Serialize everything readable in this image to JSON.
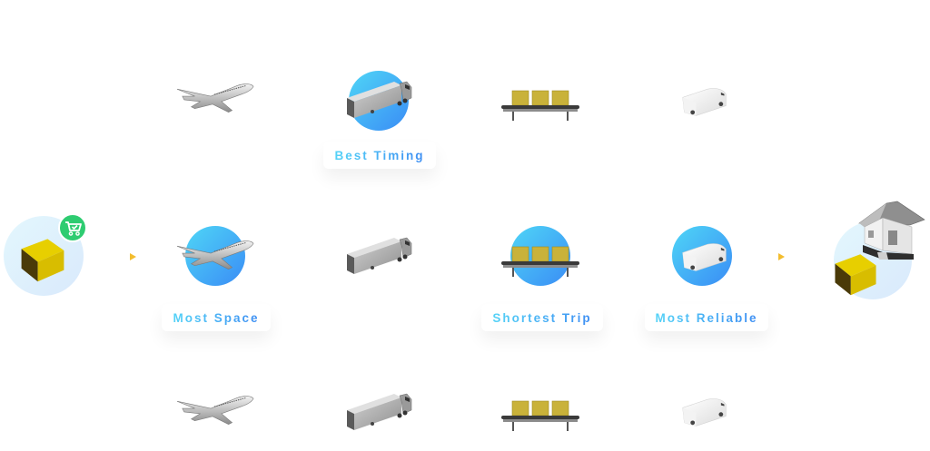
{
  "diagram": {
    "title": "Shipping route options",
    "colors": {
      "accent_gradient_start": "#4fd6f7",
      "accent_gradient_end": "#3a8cf5",
      "arrow": "#f3bd2f",
      "cart_badge": "#2ecc71",
      "box_yellow": "#d8bd00"
    },
    "start": {
      "icon": "package-box-icon",
      "badge": "shopping-cart-check-icon"
    },
    "end": {
      "icon": "house-icon",
      "badge": "package-box-icon"
    },
    "columns": [
      {
        "id": "air",
        "icon": "airplane-icon"
      },
      {
        "id": "truck",
        "icon": "truck-icon"
      },
      {
        "id": "conveyor",
        "icon": "conveyor-belt-icon"
      },
      {
        "id": "van",
        "icon": "delivery-van-icon"
      }
    ],
    "labels": {
      "best_timing": "Best Timing",
      "most_space": "Most Space",
      "shortest_trip": "Shortest Trip",
      "most_reliable": "Most Reliable"
    },
    "rows": [
      {
        "row": 1,
        "highlighted": [
          "truck"
        ],
        "label_on": "truck"
      },
      {
        "row": 2,
        "highlighted": [
          "air",
          "conveyor",
          "van"
        ]
      },
      {
        "row": 3,
        "highlighted": []
      }
    ]
  }
}
